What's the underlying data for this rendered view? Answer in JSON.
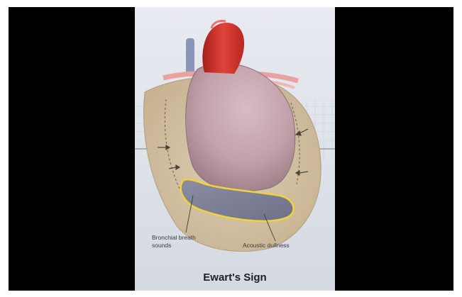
{
  "figure": {
    "title": "Ewart's Sign",
    "labels": {
      "bronchial": "Bronchial breath\nsounds",
      "dullness": "Acoustic dullness"
    }
  },
  "colors": {
    "background_panel": "#dfe3ea",
    "pericardial_fluid": "#d8c7aa",
    "heart": "#c4a5ad",
    "aorta": "#d8332e",
    "compressed_lung": "#7a7d93",
    "highlight_outline": "#f0d23a"
  }
}
